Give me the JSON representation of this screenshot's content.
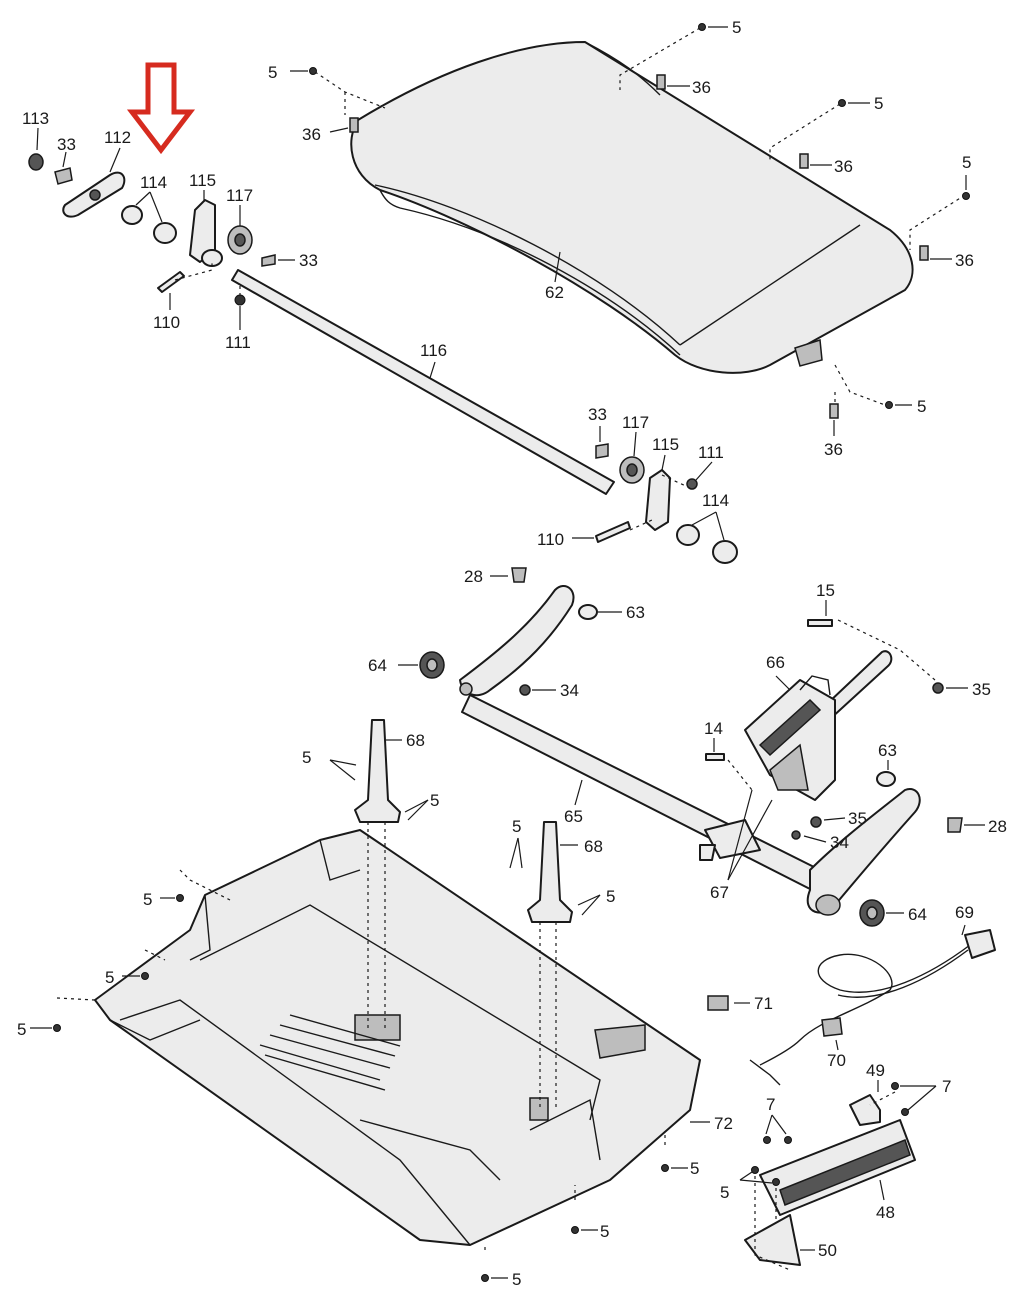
{
  "labels": {
    "l5_top_right": "5",
    "l5_top_left": "5",
    "l36_a": "36",
    "l36_b": "36",
    "l5_right_upper": "5",
    "l36_c": "36",
    "l5_right_far": "5",
    "l36_d": "36",
    "l62": "62",
    "l5_hood_bottom": "5",
    "l36_e": "36",
    "l113": "113",
    "l33_a": "33",
    "l112": "112",
    "l114_a": "114",
    "l115_a": "115",
    "l117_a": "117",
    "l33_b": "33",
    "l110_a": "110",
    "l111_a": "111",
    "l116": "116",
    "l33_c": "33",
    "l117_b": "117",
    "l115_b": "115",
    "l111_b": "111",
    "l114_b": "114",
    "l110_b": "110",
    "l28_a": "28",
    "l63_a": "63",
    "l64_a": "64",
    "l34_a": "34",
    "l15": "15",
    "l66": "66",
    "l35_a": "35",
    "l14": "14",
    "l63_b": "63",
    "l35_b": "35",
    "l28_b": "28",
    "l34_b": "34",
    "l67": "67",
    "l64_b": "64",
    "l65": "65",
    "l68_a": "68",
    "l5_post_a_left": "5",
    "l5_post_a_right": "5",
    "l68_b": "68",
    "l5_post_b_left": "5",
    "l5_post_b_right": "5",
    "l5_base_left": "5",
    "l5_base_left2": "5",
    "l5_base_edge": "5",
    "l69": "69",
    "l71": "71",
    "l70": "70",
    "l49": "49",
    "l7_a": "7",
    "l7_b": "7",
    "l72": "72",
    "l5_base_right": "5",
    "l5_plate": "5",
    "l48": "48",
    "l50": "50",
    "l5_base_bottom": "5",
    "l5_base_bottom2": "5"
  },
  "colors": {
    "highlight_arrow": "#d62b1f",
    "line": "#1a1a1a"
  },
  "icons": {
    "highlight_arrow": "down-arrow-icon"
  }
}
